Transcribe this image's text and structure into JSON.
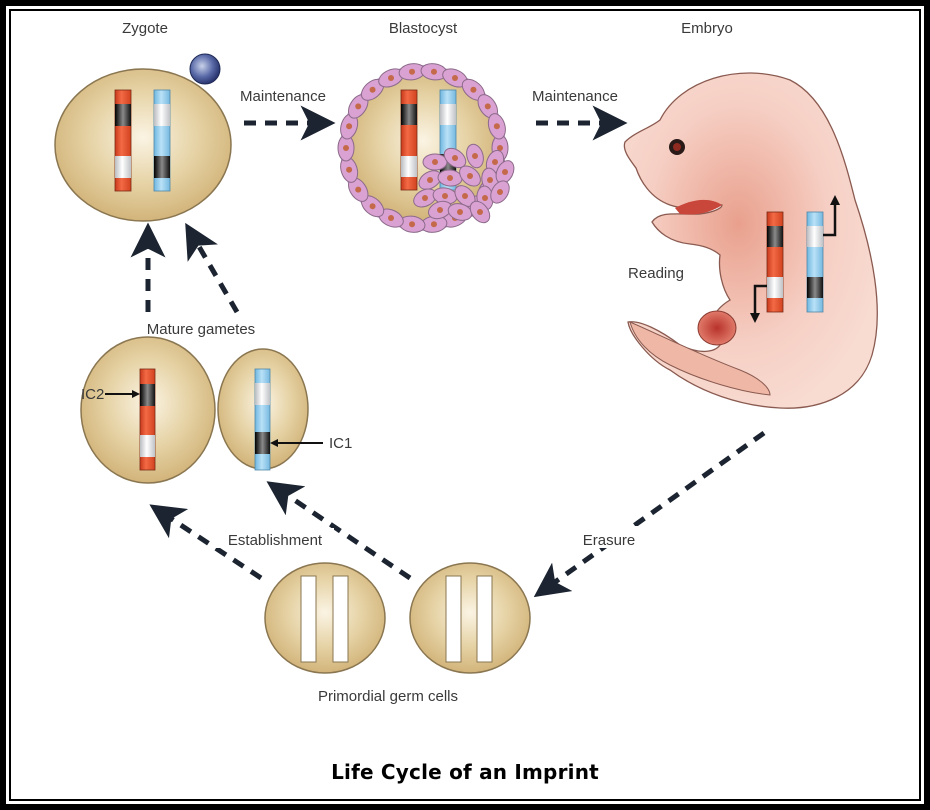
{
  "caption": "Life Cycle of an Imprint",
  "stages": {
    "zygote": "Zygote",
    "blastocyst": "Blastocyst",
    "embryo": "Embryo",
    "mature_gametes": "Mature gametes",
    "primordial_germ_cells": "Primordial germ cells"
  },
  "processes": {
    "maintenance_1": "Maintenance",
    "maintenance_2": "Maintenance",
    "reading": "Reading",
    "erasure": "Erasure",
    "establishment": "Establishment"
  },
  "imprint_control": {
    "ic1": "IC1",
    "ic2": "IC2"
  },
  "colors": {
    "maternal_chromosome": "#e8502a",
    "paternal_chromosome": "#8ccbee",
    "cell_fill": "#d9bf86",
    "blastocyst_cell": "#d9a2d2",
    "embryo_skin": "#f6cfc4",
    "arrow": "#1b2430"
  }
}
